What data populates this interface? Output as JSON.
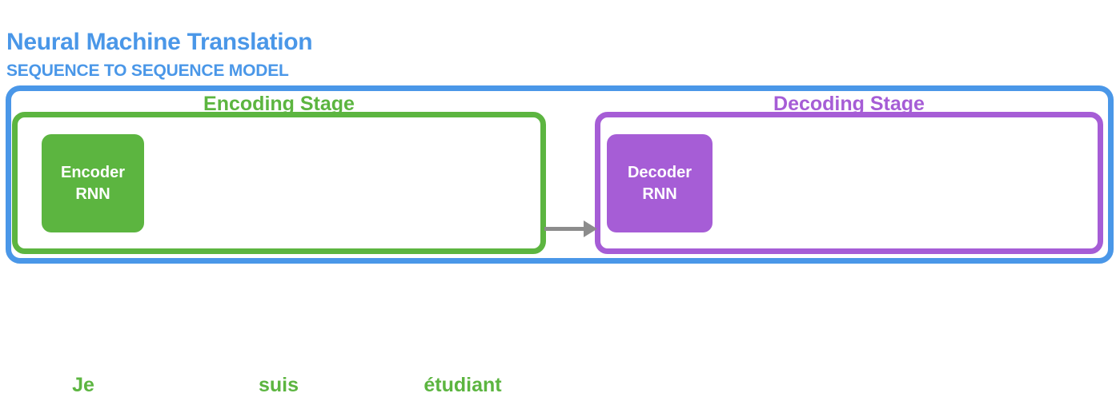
{
  "header": {
    "title": "Neural Machine Translation",
    "subtitle": "SEQUENCE TO SEQUENCE MODEL"
  },
  "diagram": {
    "encoding": {
      "stage_label": "Encoding Stage",
      "box_label": "Encoder\nRNN"
    },
    "decoding": {
      "stage_label": "Decoding Stage",
      "box_label": "Decoder\nRNN"
    },
    "arrow": "encoder-to-decoder"
  },
  "input_tokens": [
    {
      "text": "Je"
    },
    {
      "text": "suis"
    },
    {
      "text": "étudiant"
    }
  ],
  "colors": {
    "blue": "#4A97E8",
    "green": "#5CB540",
    "purple": "#A65DD6",
    "arrow_gray": "#8C8C8C",
    "box_text": "#FFFFFF",
    "background": "#FFFFFF"
  }
}
